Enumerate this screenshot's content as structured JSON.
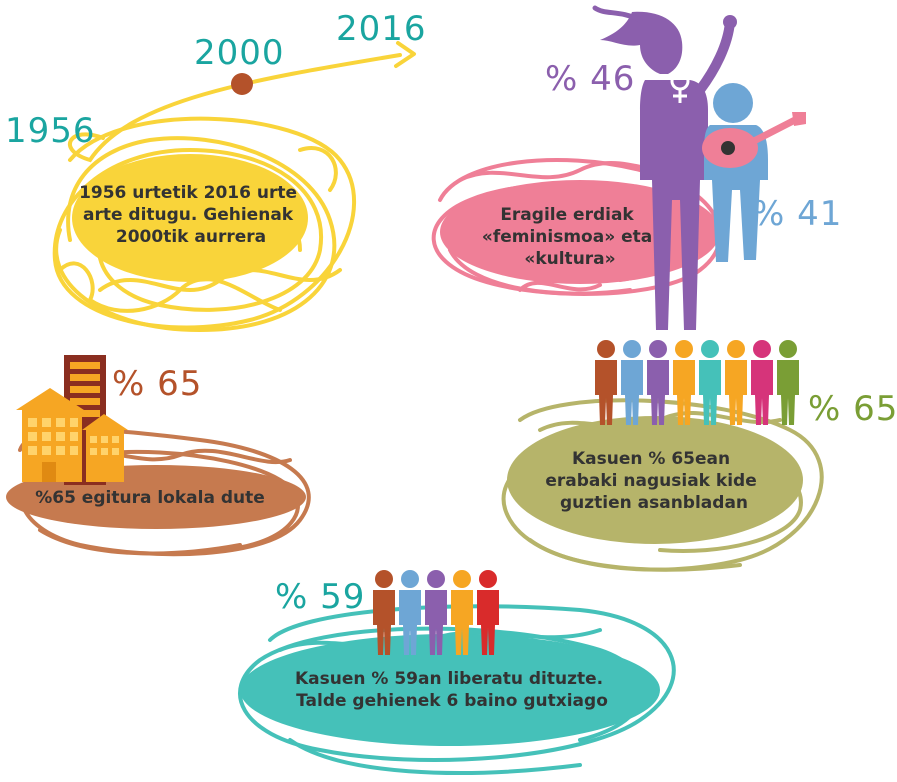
{
  "timeline": {
    "year_start": "1956",
    "year_mid": "2000",
    "year_end": "2016",
    "caption_lines": [
      "1956 urtetik 2016 urte",
      "arte ditugu. Gehienak",
      "2000tik aurrera"
    ]
  },
  "agents": {
    "female_percent": "% 46",
    "music_percent": "% 41",
    "caption_lines": [
      "Eragile erdiak",
      "«feminismoa» eta",
      "«kultura»"
    ]
  },
  "local": {
    "percent": "% 65",
    "caption_lines": [
      "%65 egitura lokala dute"
    ]
  },
  "assembly": {
    "percent": "% 65",
    "caption_lines": [
      "Kasuen % 65ean",
      "erabaki nagusiak kide",
      "guztien asanbladan"
    ]
  },
  "liberated": {
    "percent": "% 59",
    "caption_lines": [
      "Kasuen % 59an liberatu dituzte.",
      "Talde gehienek 6 baino gutxiago"
    ]
  },
  "colors": {
    "yellow": "#f9d43a",
    "pink": "#ef7f97",
    "brown": "#c67a4f",
    "olive": "#b6b46a",
    "teal": "#45c1b9",
    "teal_text": "#1aa5a0",
    "purple": "#8b5fad",
    "blue": "#6ea6d5",
    "rust": "#b4522a",
    "orange": "#f6a623",
    "green": "#7a9e35"
  }
}
